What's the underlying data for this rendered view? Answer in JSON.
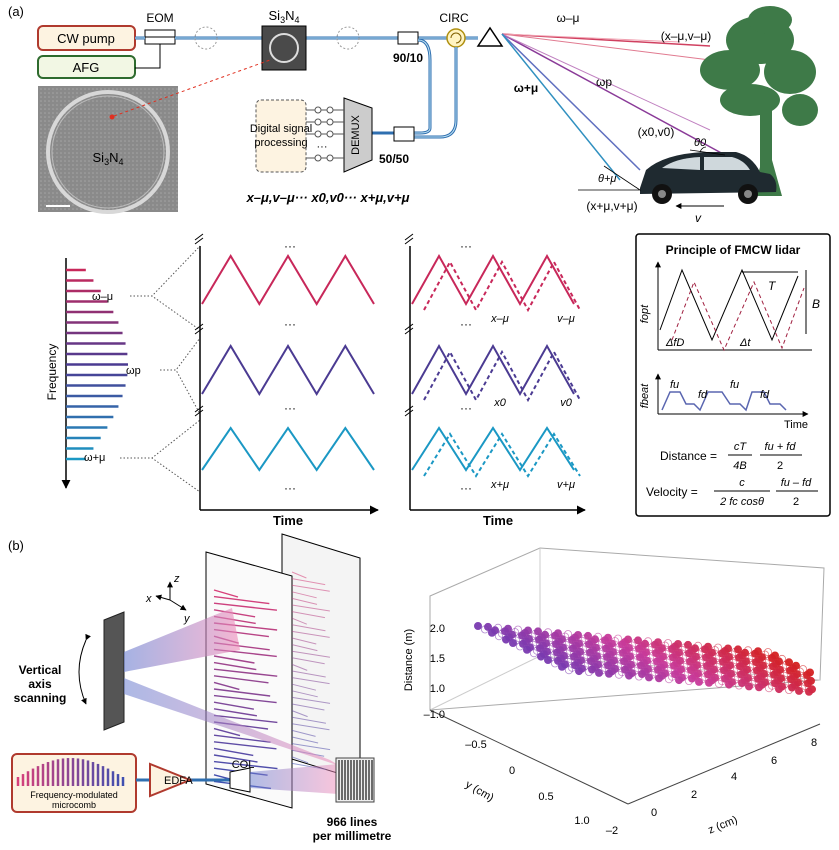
{
  "panel_a": {
    "label": "(a)",
    "cw_pump": "CW pump",
    "afg": "AFG",
    "eom": "EOM",
    "si3n4_top": "Si",
    "si3n4_sub": "3",
    "si3n4_n": "N",
    "si3n4_sub2": "4",
    "circ": "CIRC",
    "coupler_90_10": "90/10",
    "coupler_50_50": "50/50",
    "demux": "DEMUX",
    "dsp_line1": "Digital signal",
    "dsp_line2": "processing",
    "channel_formula": "x–μ,v–μ··· x0,v0··· x+μ,v+μ",
    "omega_minus": "ω–μ",
    "omega_p": "ωp",
    "omega_plus": "ω+μ",
    "coord_minus": "(x–μ,v–μ)",
    "coord_zero": "(x0,v0)",
    "coord_plus": "(x+μ,v+μ)",
    "theta_zero": "θ0",
    "theta_plus": "θ+μ",
    "velocity": "v",
    "frequency_axis": "Frequency",
    "time_axis": "Time",
    "dots": "···",
    "x_minus": "x–μ",
    "v_minus": "v–μ",
    "x_zero": "x0",
    "v_zero": "v0",
    "x_plus": "x+μ",
    "v_plus": "v+μ",
    "fmcw": {
      "title": "Principle of FMCW lidar",
      "f_opt": "fopt",
      "T": "T",
      "B": "B",
      "delta_fd": "ΔfD",
      "delta_t": "Δt",
      "f_beat": "fbeat",
      "f_u": "fu",
      "f_d": "fd",
      "time": "Time",
      "distance_label": "Distance =",
      "velocity_label": "Velocity =",
      "frac_cT": "cT",
      "frac_4B": "4B",
      "frac_sum": "fu + fd",
      "frac_2": "2",
      "frac_c": "c",
      "frac_2fc": "2 fc cosθ",
      "frac_diff": "fu – fd"
    }
  },
  "panel_b": {
    "label": "(b)",
    "axis_x": "x",
    "axis_y": "y",
    "axis_z": "z",
    "vertical_scanning": [
      "Vertical",
      "axis",
      "scanning"
    ],
    "microcomb": [
      "Frequency-modulated",
      "microcomb"
    ],
    "edfa": "EDFA",
    "col": "COL",
    "grating": [
      "966 lines",
      "per millimetre"
    ],
    "plot": {
      "zlabel": "Distance (m)",
      "ylabel": "y (cm)",
      "xlabel": "z (cm)",
      "z_ticks": [
        "2.0",
        "1.5",
        "1.0",
        "–1.0"
      ],
      "y_ticks": [
        "–0.5",
        "0",
        "0.5",
        "1.0"
      ],
      "x_ticks": [
        "–2",
        "0",
        "2",
        "4",
        "6",
        "8"
      ]
    }
  },
  "colors": {
    "pump_border": "#b03a2e",
    "pump_fill": "#fdf3e1",
    "afg_border": "#2e6b2e",
    "afg_fill": "#f2f7e4",
    "fiber": "#2f6fb0",
    "red_channel": "#c8285a",
    "mid_channel": "#4b3b92",
    "blue_channel": "#1b98c4",
    "tree": "#3e7a48"
  }
}
